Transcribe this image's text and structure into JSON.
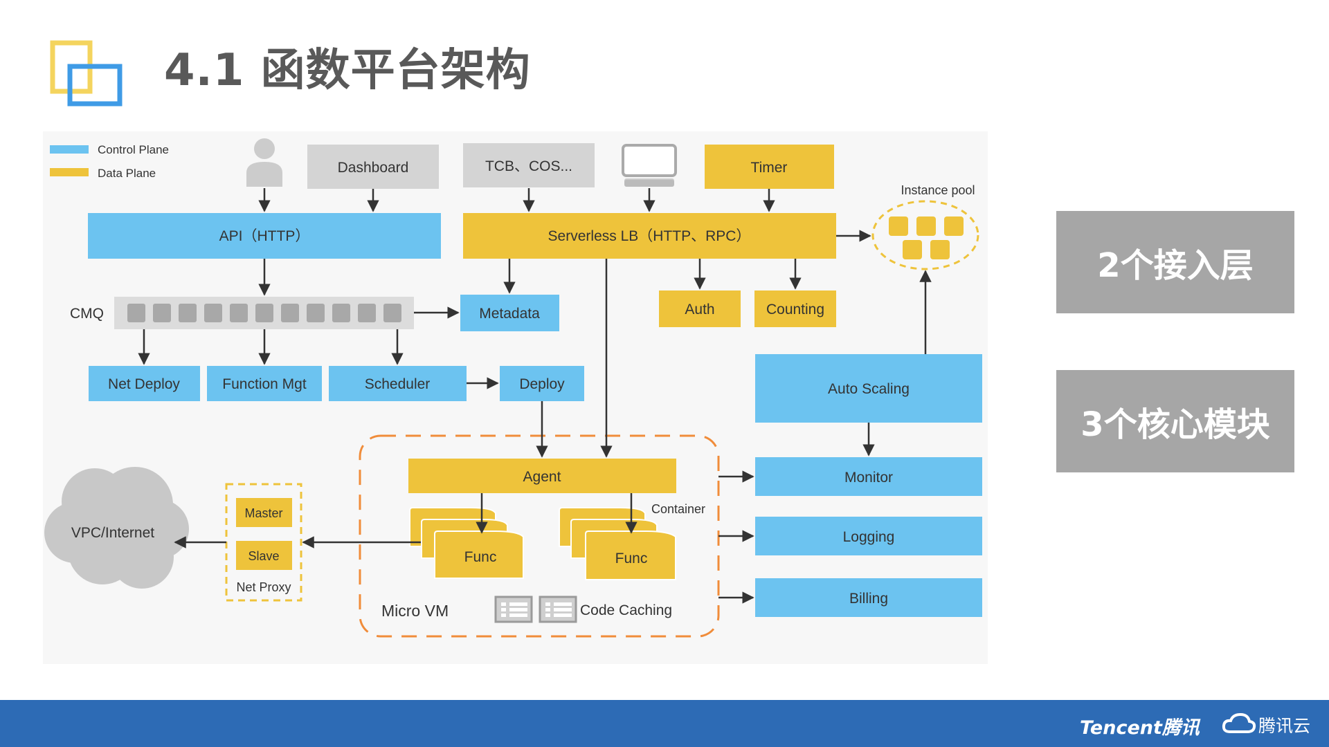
{
  "header": {
    "title": "4.1 函数平台架构"
  },
  "legend": [
    {
      "label": "Control Plane",
      "color": "#6cc3f0"
    },
    {
      "label": "Data Plane",
      "color": "#eec33b"
    }
  ],
  "colors": {
    "control": "#6cc3f0",
    "data": "#eec33b",
    "gray_box": "#d4d4d4",
    "boundary": "#f08c3a",
    "footer": "#2d6bb5"
  },
  "nodes": {
    "dashboard": "Dashboard",
    "tcb": "TCB、COS...",
    "timer": "Timer",
    "api": "API（HTTP）",
    "serverless_lb": "Serverless LB（HTTP、RPC）",
    "instance_pool": "Instance pool",
    "cmq": "CMQ",
    "metadata": "Metadata",
    "auth": "Auth",
    "counting": "Counting",
    "net_deploy": "Net Deploy",
    "function_mgt": "Function Mgt",
    "scheduler": "Scheduler",
    "deploy": "Deploy",
    "auto_scaling": "Auto Scaling",
    "agent": "Agent",
    "container": "Container",
    "func1": "Func",
    "func2": "Func",
    "micro_vm": "Micro VM",
    "code_caching": "Code Caching",
    "monitor": "Monitor",
    "logging": "Logging",
    "billing": "Billing",
    "vpc_internet": "VPC/Internet",
    "master": "Master",
    "slave": "Slave",
    "net_proxy": "Net Proxy"
  },
  "icons": {
    "user": "user-icon",
    "computer": "computer-icon",
    "logo": "overlapping-squares-logo",
    "cloud_logo": "cloud-icon"
  },
  "side_cards": [
    "2个接入层",
    "3个核心模块"
  ],
  "footer": {
    "brand_left": "Tencent腾讯",
    "brand_right": "腾讯云"
  }
}
